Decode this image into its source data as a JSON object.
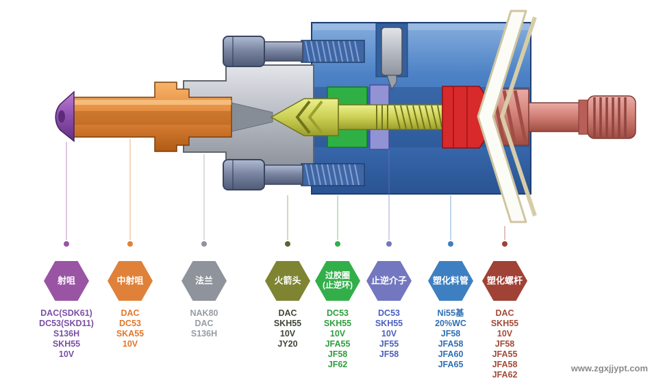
{
  "watermark": "www.zgxjjypt.com",
  "parts": [
    {
      "name": "nozzle",
      "label": "射咀",
      "label2": "",
      "hex_color": "#9a54a4",
      "text_color": "#7b4fa5",
      "dot_color": "#9a54a4",
      "materials": [
        "DAC(SDK61)",
        "DC53(SKD11)",
        "S136H",
        "SKH55",
        "10V"
      ]
    },
    {
      "name": "mid-nozzle",
      "label": "中射咀",
      "label2": "",
      "hex_color": "#e0813a",
      "text_color": "#e2772a",
      "dot_color": "#e0813a",
      "materials": [
        "DAC",
        "DC53",
        "SKA55",
        "10V"
      ]
    },
    {
      "name": "flange",
      "label": "法兰",
      "label2": "",
      "hex_color": "#8f949c",
      "text_color": "#979ca4",
      "dot_color": "#8f949c",
      "materials": [
        "NAK80",
        "DAC",
        "S136H"
      ]
    },
    {
      "name": "rocket-head",
      "label": "火箭头",
      "label2": "",
      "hex_color": "#7f8432",
      "text_color": "#404538",
      "dot_color": "#5e6230",
      "materials": [
        "DAC",
        "SKH55",
        "10V",
        "JY20"
      ]
    },
    {
      "name": "check-ring",
      "label": "过胶圈",
      "label2": "(止逆环)",
      "hex_color": "#33af4a",
      "text_color": "#2f9e3c",
      "dot_color": "#33af4a",
      "materials": [
        "DC53",
        "SKH55",
        "10V",
        "JFA55",
        "JF58",
        "JF62"
      ]
    },
    {
      "name": "check-washer",
      "label": "止逆介子",
      "label2": "",
      "hex_color": "#7377bf",
      "text_color": "#4a5fc2",
      "dot_color": "#7377bf",
      "materials": [
        "DC53",
        "SKH55",
        "10V",
        "JF55",
        "JF58"
      ]
    },
    {
      "name": "plasticizing-barrel",
      "label": "塑化料管",
      "label2": "",
      "hex_color": "#3e7fc1",
      "text_color": "#2e6fb4",
      "dot_color": "#3e7fc1",
      "materials": [
        "Ni55基",
        "20%WC",
        "JF58",
        "JFA58",
        "JFA60",
        "JFA65"
      ]
    },
    {
      "name": "plasticizing-screw",
      "label": "塑化螺杆",
      "label2": "",
      "hex_color": "#a04236",
      "text_color": "#a34a36",
      "dot_color": "#a04236",
      "materials": [
        "DAC",
        "SKH55",
        "10V",
        "JF58",
        "JFA55",
        "JFA58",
        "JFA62"
      ]
    }
  ]
}
